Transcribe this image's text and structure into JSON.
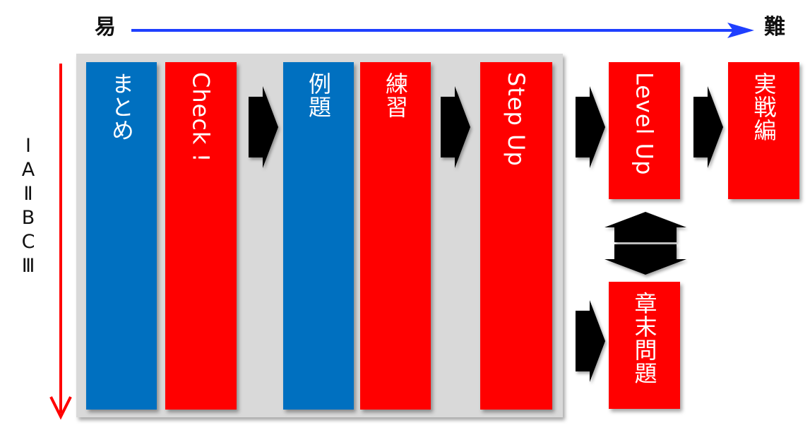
{
  "axis": {
    "easy": "易",
    "hard": "難",
    "arrow_color": "#1f3fff",
    "level_arrow_color": "#ff0000"
  },
  "levels": [
    "Ⅰ",
    "A",
    "Ⅱ",
    "B",
    "C",
    "Ⅲ"
  ],
  "boxes": {
    "matome": "まとめ",
    "check": "Check !",
    "reidai": "例題",
    "renshu": "練習",
    "stepup": "Step Up",
    "levelup": "Level Up",
    "jissen": "実戦編",
    "shomatsu": "章末問題"
  },
  "colors": {
    "blue": "#0070c0",
    "red": "#ff0000",
    "panel": "#d9d9d9"
  }
}
